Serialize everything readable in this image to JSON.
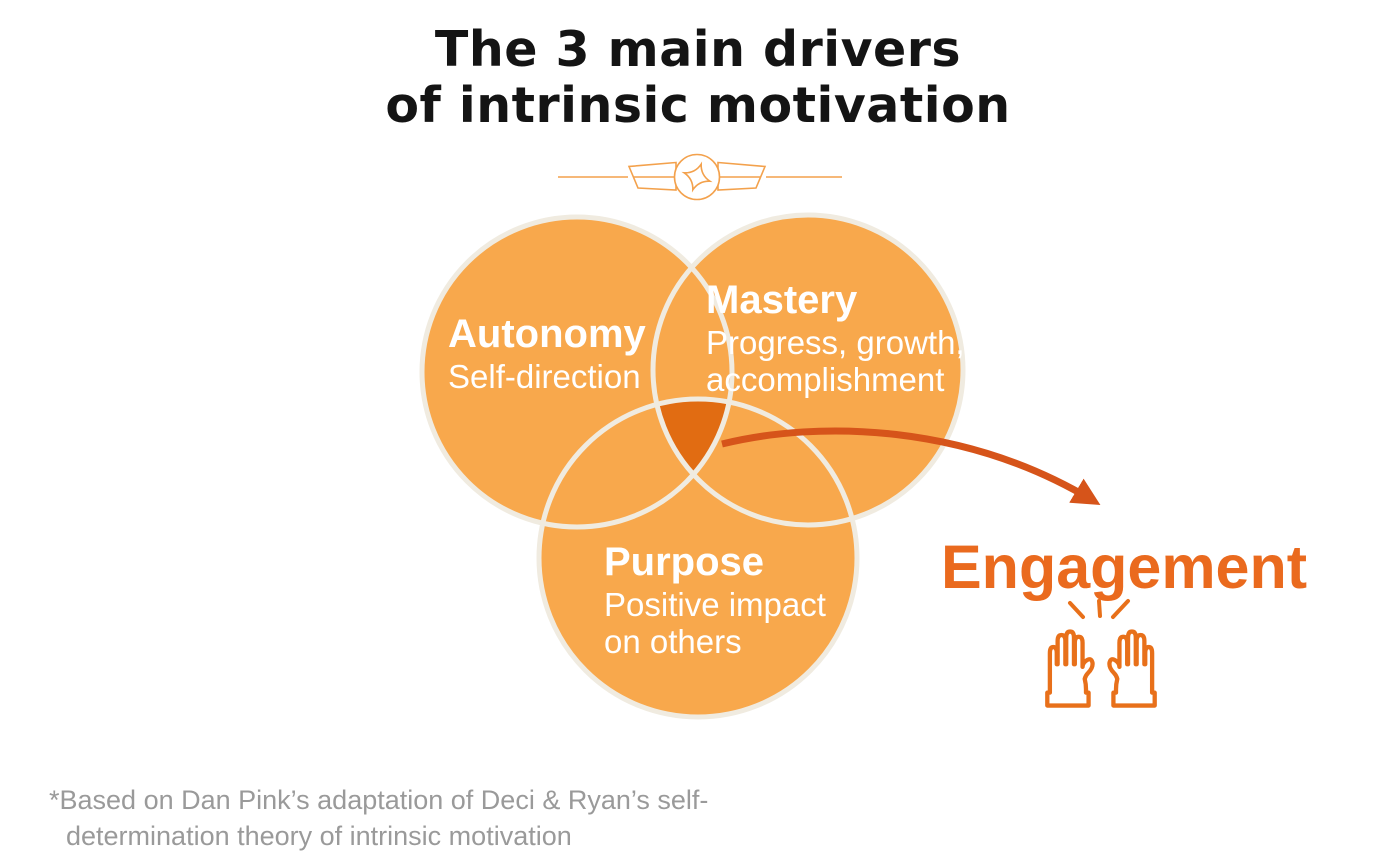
{
  "title": {
    "line1": "The 3 main drivers",
    "line2": "of intrinsic motivation"
  },
  "venn": {
    "autonomy": {
      "label": "Autonomy",
      "sub1": "Self-direction"
    },
    "mastery": {
      "label": "Mastery",
      "sub1": "Progress, growth,",
      "sub2": "accomplishment"
    },
    "purpose": {
      "label": "Purpose",
      "sub1": "Positive impact",
      "sub2": "on others"
    }
  },
  "engagement": {
    "label": "Engagement"
  },
  "footnote": {
    "line1": "*Based on Dan Pink’s adaptation of Deci & Ryan’s self-",
    "line2": "determination theory of intrinsic motivation"
  },
  "icons": {
    "divider": "winged-divider-icon",
    "hands": "raising-hands-icon",
    "arrow": "curved-arrow-icon"
  },
  "colors": {
    "circle_fill": "#F8A84C",
    "circle_outline": "#F0EBE0",
    "triple_overlap": "#E16C12",
    "arrow": "#D6541A",
    "engagement_text": "#EA6A1E",
    "hands_icon": "#E8701A",
    "ornament": "#F3A14C",
    "title_text": "#141414",
    "footnote_text": "#9A9A9A"
  }
}
